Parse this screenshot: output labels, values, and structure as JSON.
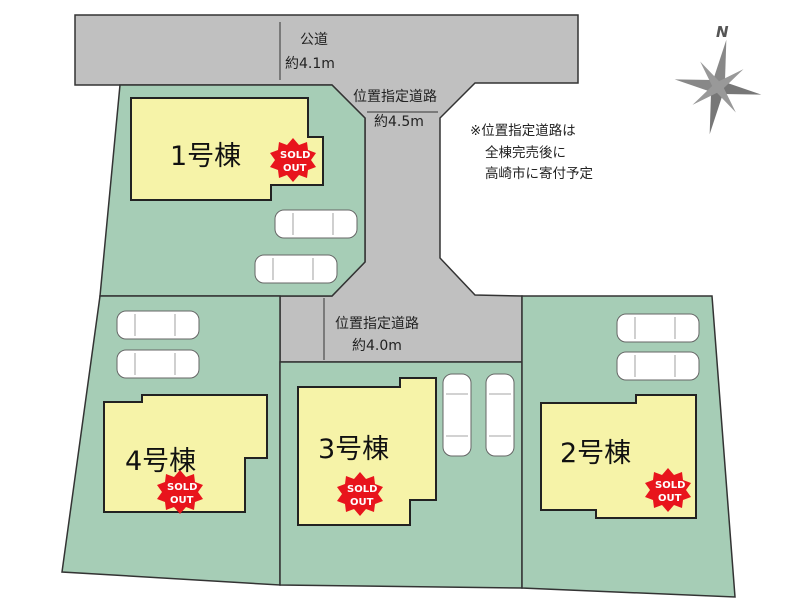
{
  "roads": {
    "public": {
      "label": "公道",
      "width": "約4.1m"
    },
    "designated_north": {
      "label": "位置指定道路",
      "width": "約4.5m"
    },
    "designated_south": {
      "label": "位置指定道路",
      "width": "約4.0m"
    }
  },
  "note": {
    "lines": [
      "※位置指定道路は",
      "全棟完売後に",
      "高崎市に寄付予定"
    ]
  },
  "compass": {
    "label": "N"
  },
  "lots": [
    {
      "label": "1号棟",
      "status": "SOLD OUT"
    },
    {
      "label": "2号棟",
      "status": "SOLD OUT"
    },
    {
      "label": "3号棟",
      "status": "SOLD OUT"
    },
    {
      "label": "4号棟",
      "status": "SOLD OUT"
    }
  ],
  "badge": {
    "line1": "SOLD",
    "line2": "OUT",
    "color": "#e8141c"
  },
  "colors": {
    "lot": "#a6cdb6",
    "building": "#f6f3a8",
    "road": "#c0c0c0"
  }
}
